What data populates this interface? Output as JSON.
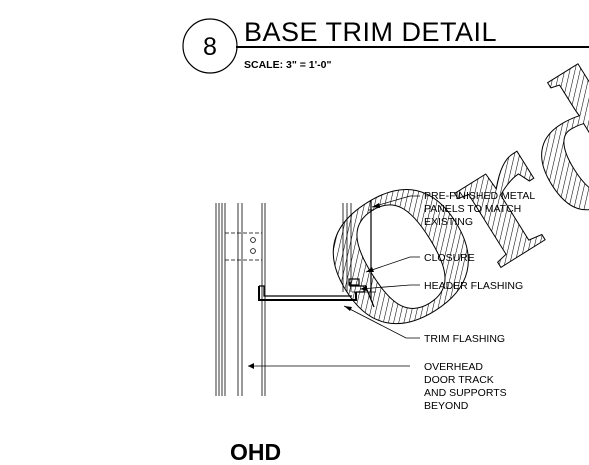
{
  "detail": {
    "number": "8",
    "title": "BASE TRIM DETAIL",
    "scale": "SCALE: 3\" = 1'-0\""
  },
  "callouts": [
    {
      "id": "prefinished",
      "lines": [
        "PRE-FINISHED METAL",
        "PANELS TO MATCH",
        "EXISTING"
      ]
    },
    {
      "id": "closure",
      "lines": [
        "CLOSURE"
      ]
    },
    {
      "id": "header",
      "lines": [
        "HEADER FLASHING"
      ]
    },
    {
      "id": "trim",
      "lines": [
        "TRIM FLASHING"
      ]
    },
    {
      "id": "overhead",
      "lines": [
        "OVERHEAD",
        "DOOR TRACK",
        "AND SUPPORTS",
        "BEYOND"
      ]
    }
  ],
  "section_label": "OHD",
  "watermark": "Orde"
}
